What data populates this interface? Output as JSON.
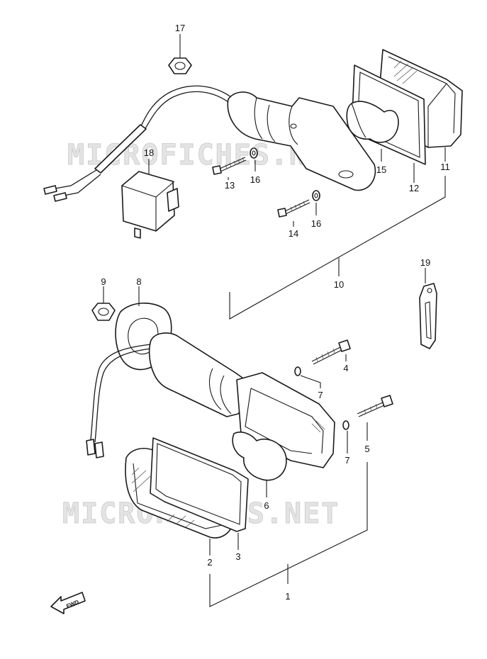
{
  "watermark": {
    "text_top": "MICROFICHES.NET",
    "text_bottom": "MICROFICHES.NET"
  },
  "direction_arrow": {
    "label": "FWD"
  },
  "callouts": {
    "c1": "1",
    "c2": "2",
    "c3": "3",
    "c4": "4",
    "c5": "5",
    "c6": "6",
    "c7a": "7",
    "c7b": "7",
    "c8": "8",
    "c9": "9",
    "c10": "10",
    "c11": "11",
    "c12": "12",
    "c13": "13",
    "c14": "14",
    "c15": "15",
    "c16a": "16",
    "c16b": "16",
    "c17": "17",
    "c18": "18",
    "c19": "19"
  }
}
